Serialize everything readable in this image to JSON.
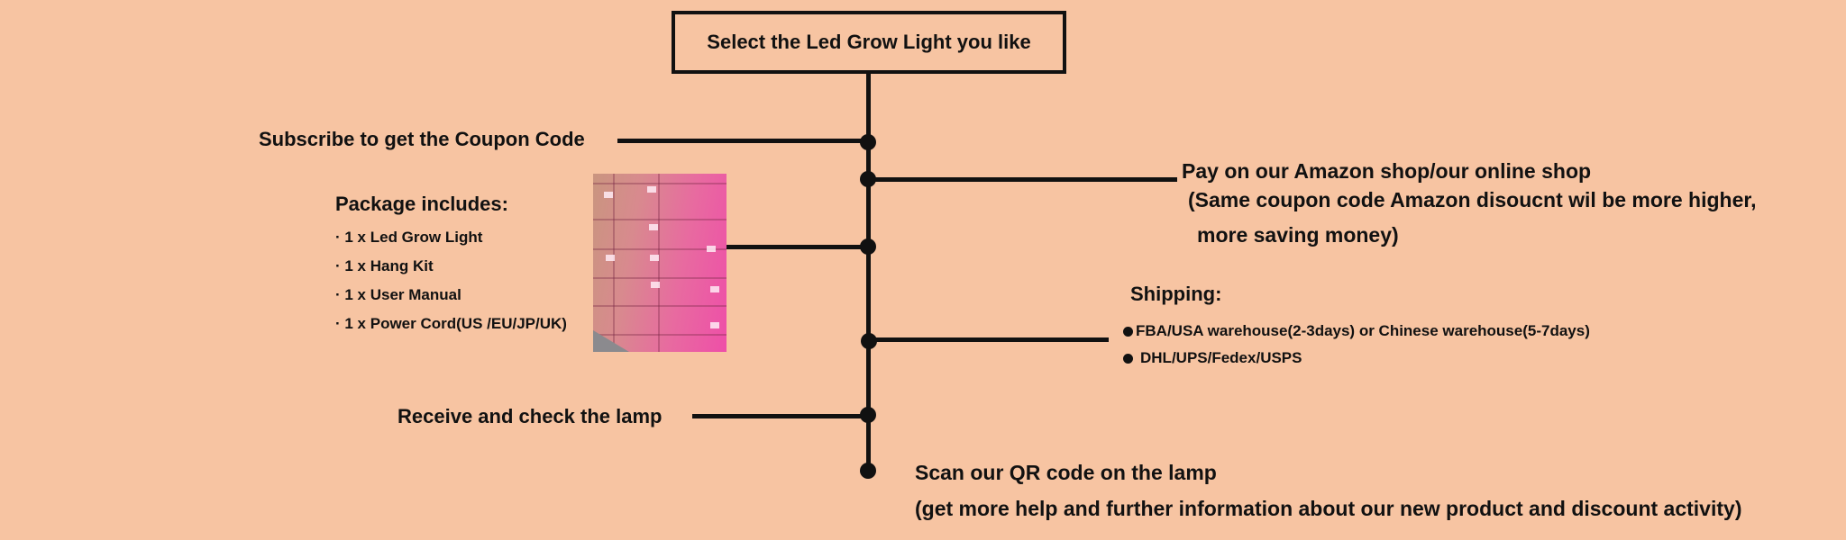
{
  "diagram": {
    "title": "Select the Led Grow Light you like",
    "background_color": "#F7C4A2",
    "line_color": "#111111",
    "steps": [
      {
        "id": "subscribe",
        "side": "left",
        "label": "Subscribe to get the Coupon Code"
      },
      {
        "id": "pay",
        "side": "right",
        "label": "Pay on our Amazon shop/our online shop",
        "note_line1": "(Same coupon code Amazon disoucnt wil be more higher,",
        "note_line2": "more saving money)"
      },
      {
        "id": "package",
        "side": "left",
        "heading": "Package includes:",
        "items": [
          "· 1 x Led Grow Light",
          "· 1 x Hang Kit",
          "· 1 x User Manual",
          "· 1 x Power Cord(US /EU/JP/UK)"
        ],
        "image_description": "stacked-pink-shipping-boxes-photo"
      },
      {
        "id": "shipping",
        "side": "right",
        "heading": "Shipping:",
        "items": [
          "FBA/USA warehouse(2-3days)  or Chinese warehouse(5-7days)",
          "DHL/UPS/Fedex/USPS"
        ]
      },
      {
        "id": "receive",
        "side": "left",
        "label": "Receive and check the lamp"
      },
      {
        "id": "scan",
        "side": "right",
        "label": "Scan our QR code on the lamp",
        "note": "(get more help and further information about our new product and discount activity)"
      }
    ]
  }
}
